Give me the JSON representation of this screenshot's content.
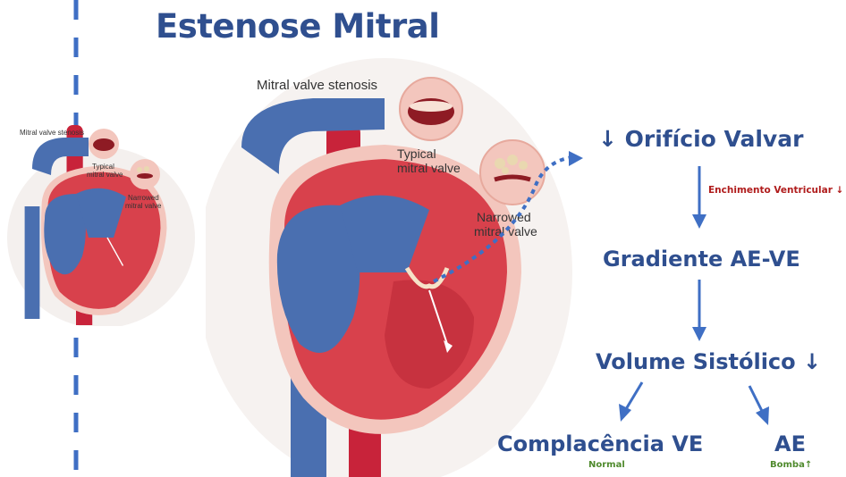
{
  "title": "Estenose Mitral",
  "illustration": {
    "heading": "Mitral valve stenosis",
    "typical": [
      "Typical",
      "mitral valve"
    ],
    "narrowed": [
      "Narrowed",
      "mitral valve"
    ]
  },
  "flow": {
    "orificio": "↓ Orifício Valvar",
    "enchimento": "Enchimento Ventricular ↓",
    "gradiente": "Gradiente AE-VE",
    "volume": "Volume Sistólico ↓",
    "complacencia": "Complacência VE",
    "complacencia_note": "Normal",
    "ae": "AE",
    "ae_note": "Bomba↑"
  },
  "colors": {
    "title": "#2f4f8f",
    "flow_text": "#2f4f8f",
    "arrow": "#3f6fc4",
    "red_note": "#b01c1c",
    "green_note": "#4f8a2d"
  }
}
